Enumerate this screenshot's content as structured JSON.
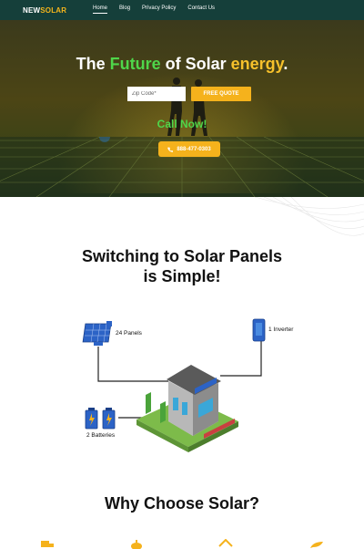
{
  "nav": {
    "logo_part1": "NEW",
    "logo_part2": "SOLAR",
    "items": [
      {
        "label": "Home",
        "active": true
      },
      {
        "label": "Blog",
        "active": false
      },
      {
        "label": "Privacy Policy",
        "active": false
      },
      {
        "label": "Contact Us",
        "active": false
      }
    ]
  },
  "hero": {
    "title_part1": "The ",
    "title_part2": "Future",
    "title_part3": " of Solar ",
    "title_part4": "energy",
    "title_part5": ".",
    "zip_placeholder": "Zip Code*",
    "quote_button": "FREE QUOTE",
    "call_text": "Call Now!",
    "phone": "888-477-0303",
    "phone_icon": "phone-icon"
  },
  "section_simple": {
    "title": "Switching to Solar Panels is Simple!",
    "panels_label": "24 Panels",
    "inverter_label": "1 Inverter",
    "batteries_label": "2 Batteries"
  },
  "section_why": {
    "title": "Why Choose Solar?",
    "icons": [
      "truck-icon",
      "piggy-bank-icon",
      "home-icon",
      "leaf-icon"
    ]
  },
  "colors": {
    "nav_bg": "#153f3a",
    "accent_yellow": "#f5b21c",
    "accent_green": "#4fd64a"
  }
}
